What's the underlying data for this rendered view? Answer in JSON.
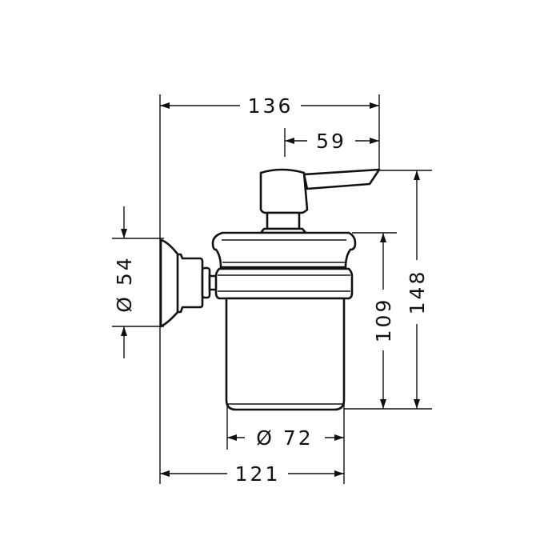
{
  "drawing": {
    "title": "Soap dispenser dimension drawing",
    "units": "mm",
    "dimensions": {
      "overall_depth": "136",
      "lever_offset": "59",
      "overall_height": "148",
      "container_height": "109",
      "rosette_diameter": "Ø 54",
      "container_diameter": "Ø 72",
      "container_depth": "121"
    }
  }
}
